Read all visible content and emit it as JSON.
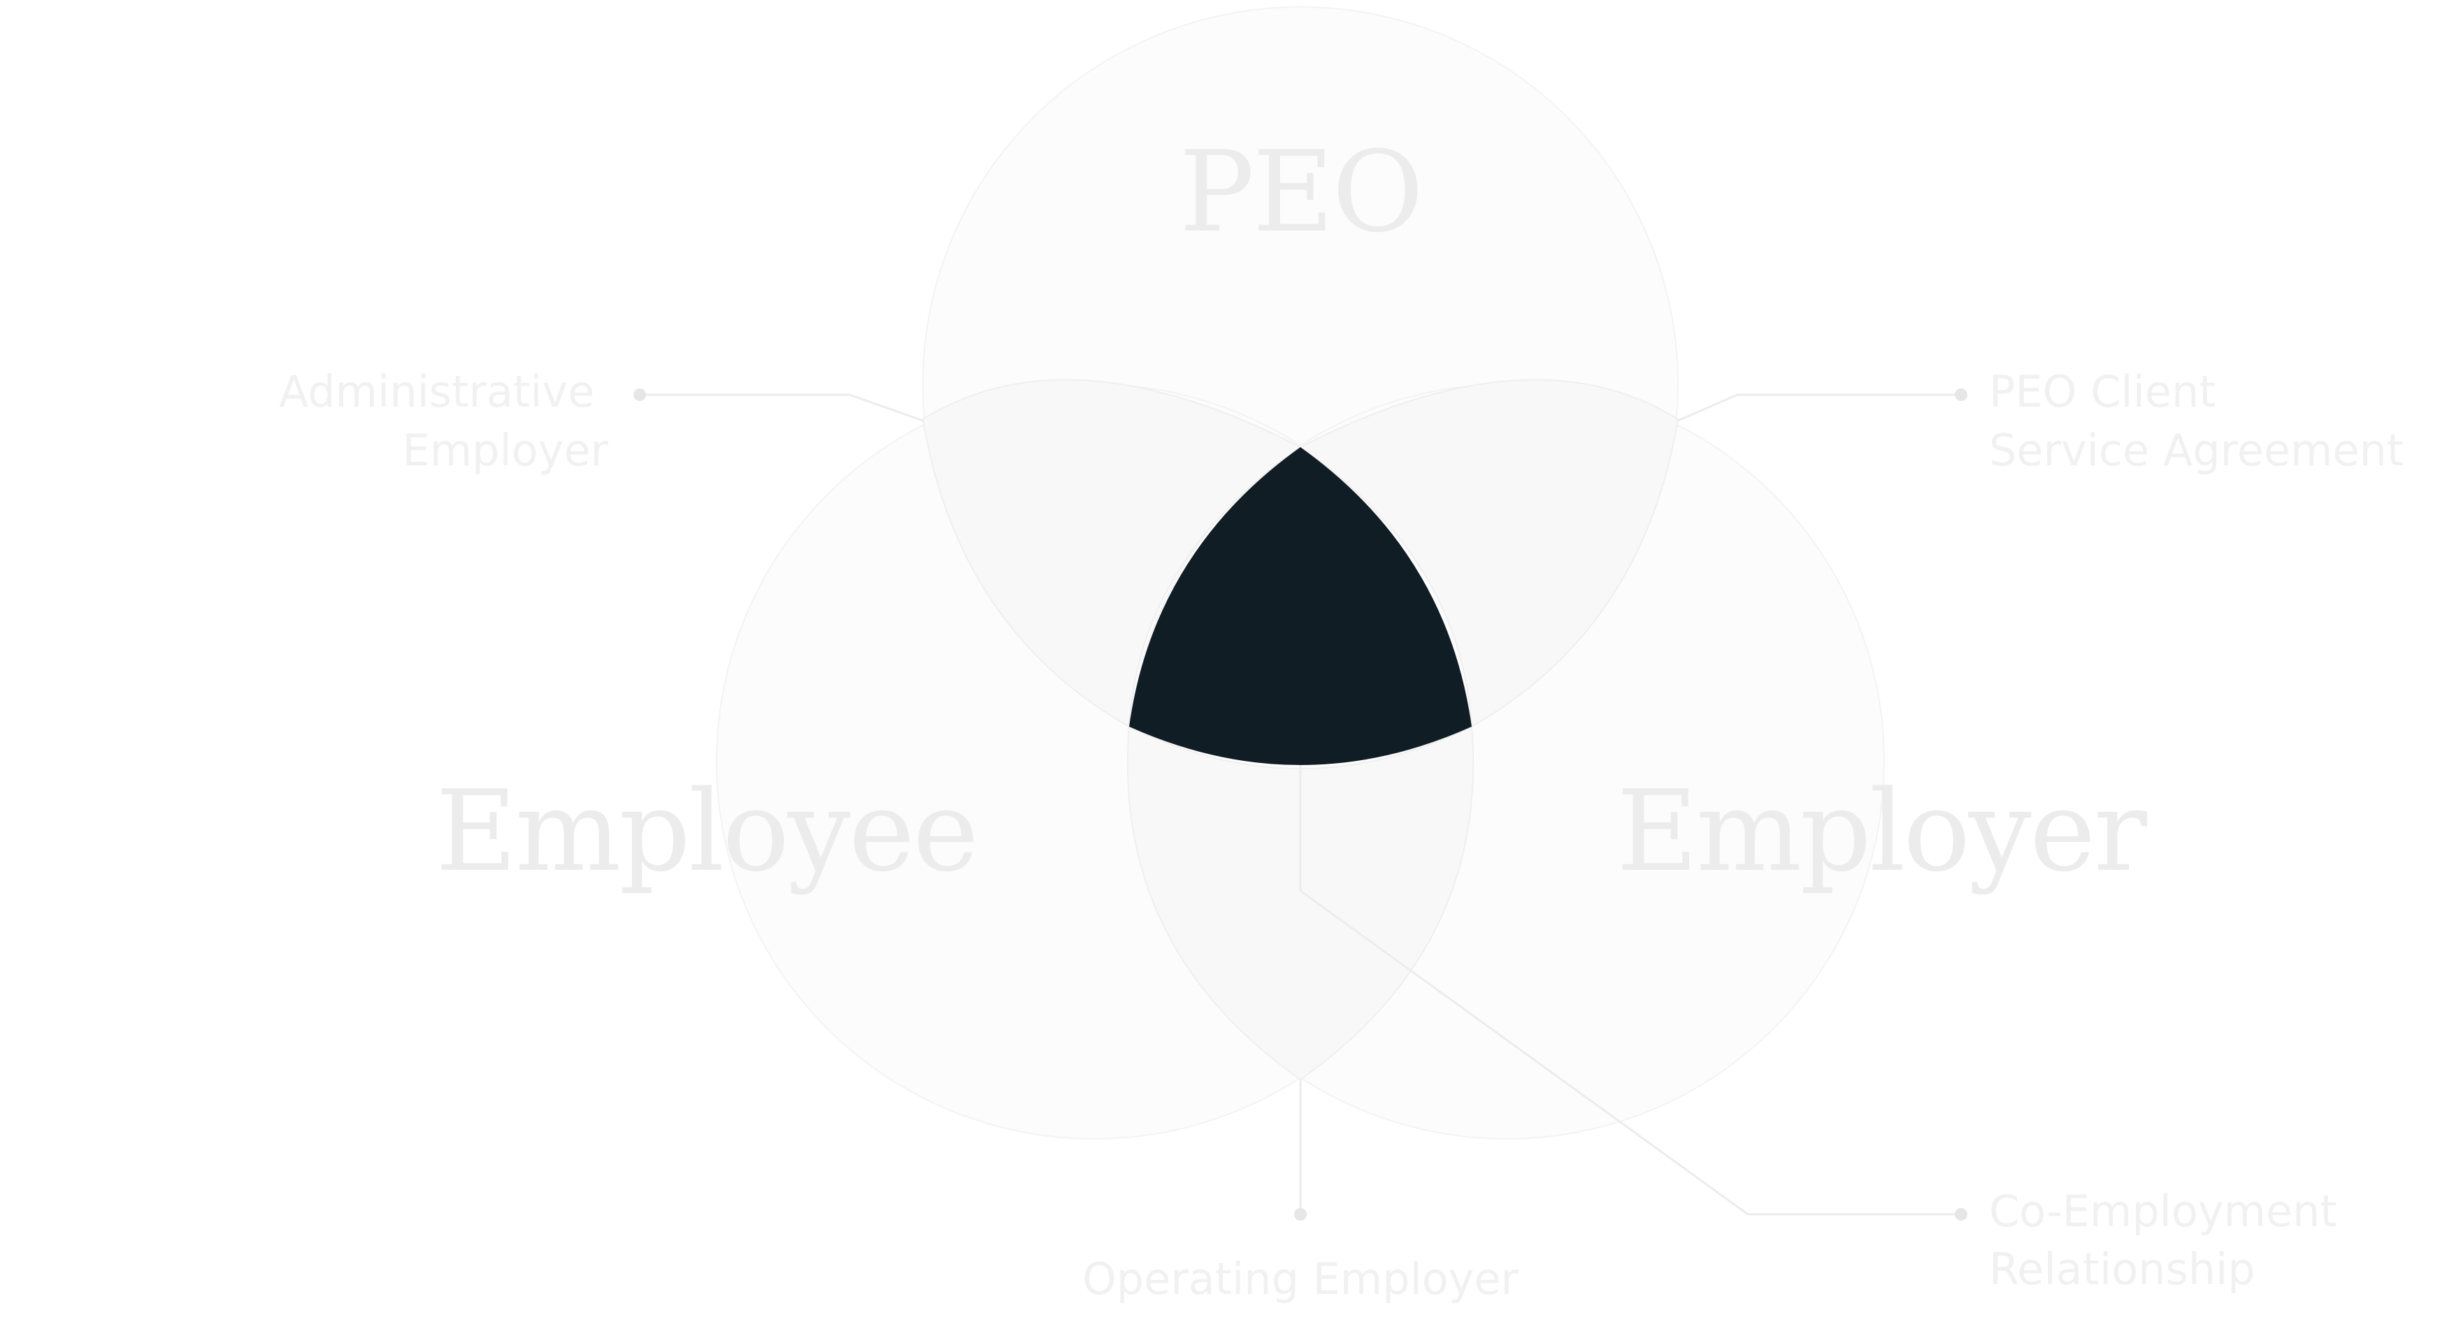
{
  "circles": {
    "top_label": "PEO",
    "left_label": "Employee",
    "right_label": "Employer"
  },
  "callouts": {
    "administrative_employer": [
      "Administrative",
      "Employer"
    ],
    "peo_client_service_agreement": [
      "PEO Client",
      "Service Agreement"
    ],
    "operating_employer": [
      "Operating Employer"
    ],
    "co_employment_relationship": [
      "Co-Employment",
      "Relationship"
    ]
  },
  "colors": {
    "center_intersection": "#111d24",
    "circle_fill": "#fcfcfc",
    "lens_fill": "#fafafa",
    "muted_text": "#eeeeee",
    "line": "#ececec"
  }
}
